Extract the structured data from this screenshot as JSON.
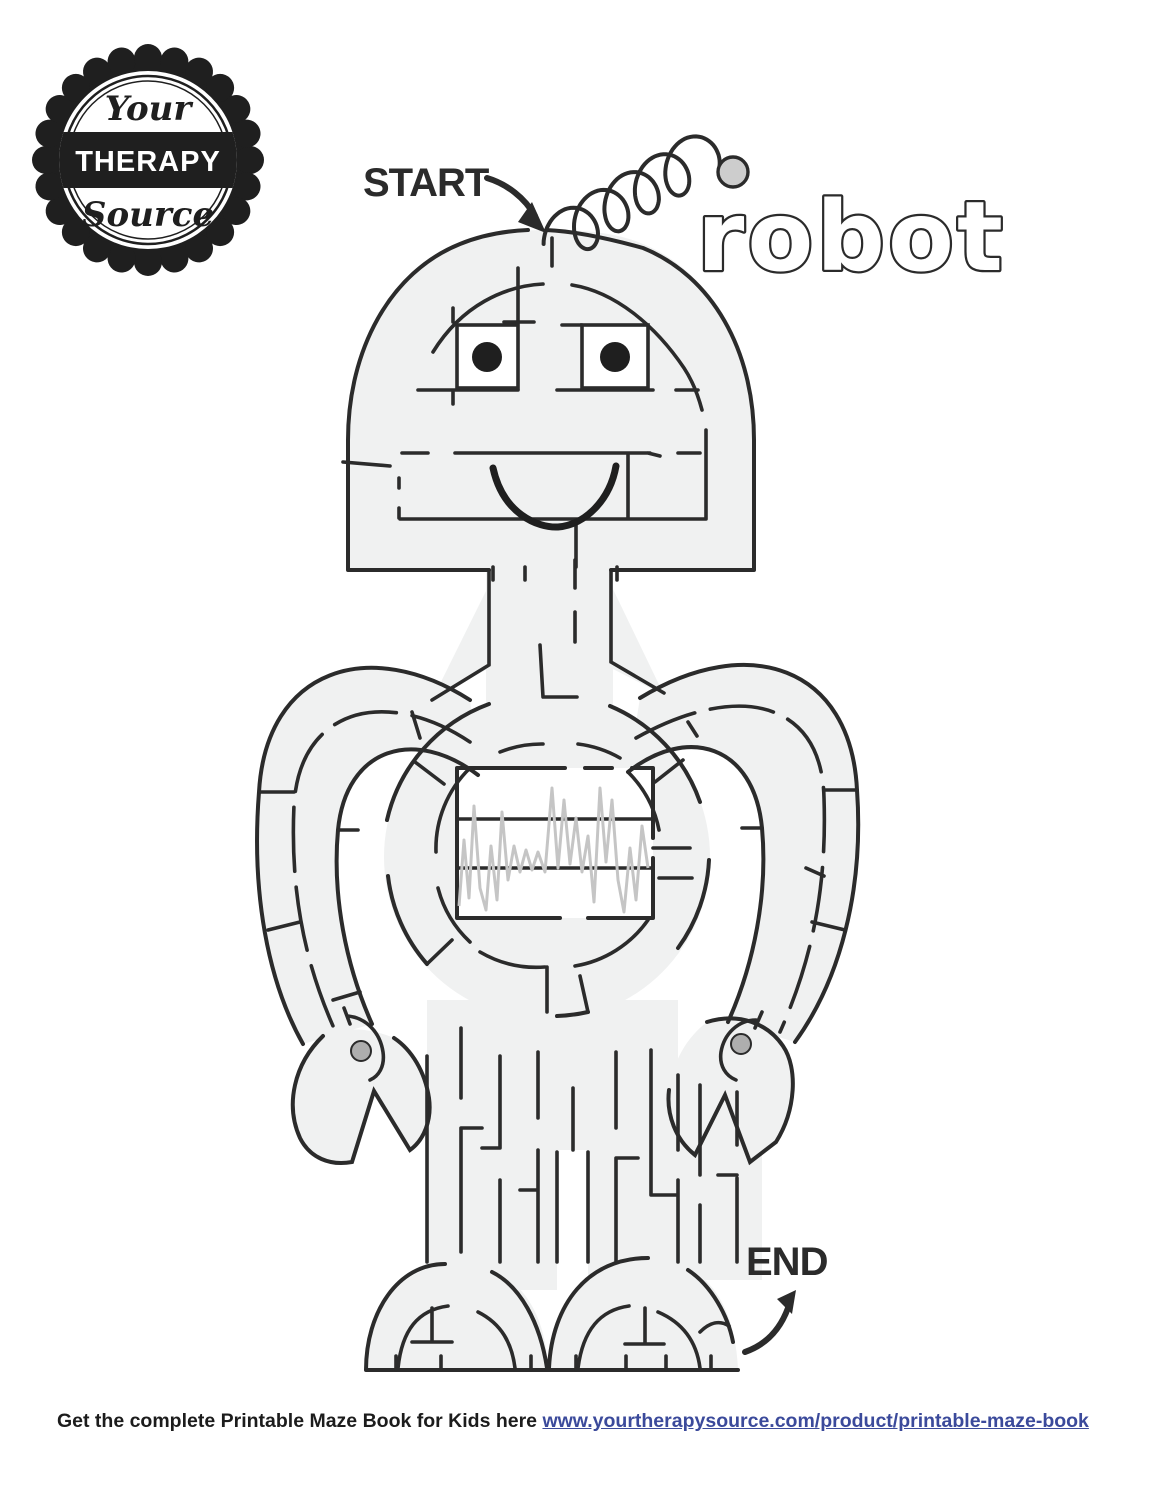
{
  "logo": {
    "top": "Your",
    "middle": "THERAPY",
    "bottom": "Source"
  },
  "maze": {
    "title": "robot",
    "start": "START",
    "end": "END",
    "colors": {
      "wall": "#2b2b2b",
      "body_fill": "#f0f1f1",
      "squiggle": "#c5c5c5",
      "knob": "#aeaeae",
      "antenna_ball": "#cdcdcd"
    }
  },
  "footer": {
    "text": "Get the complete Printable Maze Book for Kids here",
    "link": "www.yourtherapysource.com/product/printable-maze-book",
    "link_color": "#3b4a9b"
  }
}
